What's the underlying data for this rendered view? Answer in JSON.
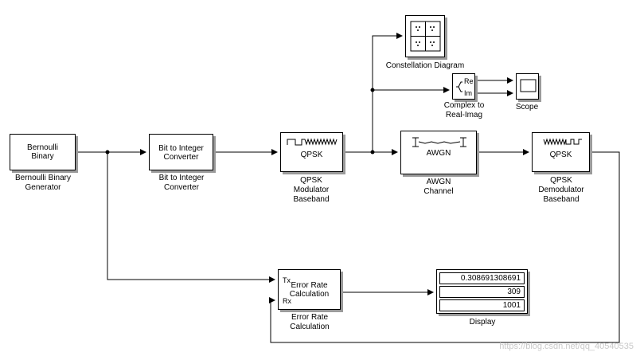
{
  "blocks": {
    "bernoulli": {
      "inner": "Bernoulli\nBinary",
      "caption": "Bernoulli Binary\nGenerator"
    },
    "bit2int": {
      "inner": "Bit to Integer\nConverter",
      "caption": "Bit to Integer\nConverter"
    },
    "qpsk_mod": {
      "inner": "QPSK",
      "caption": "QPSK\nModulator\nBaseband"
    },
    "awgn": {
      "inner": "AWGN",
      "caption": "AWGN\nChannel"
    },
    "qpsk_demod": {
      "inner": "QPSK",
      "caption": "QPSK\nDemodulator\nBaseband"
    },
    "constellation": {
      "caption": "Constellation Diagram"
    },
    "complex": {
      "port_re": "Re",
      "port_im": "Im",
      "caption": "Complex to\nReal-Imag"
    },
    "scope": {
      "caption": "Scope"
    },
    "error_rate": {
      "inner": "Error Rate\nCalculation",
      "port_tx": "Tx",
      "port_rx": "Rx",
      "caption": "Error Rate\nCalculation"
    },
    "display": {
      "values": [
        "0.308691308691",
        "309",
        "1001"
      ],
      "caption": "Display"
    }
  },
  "watermark": "https://blog.csdn.net/qq_40540535"
}
